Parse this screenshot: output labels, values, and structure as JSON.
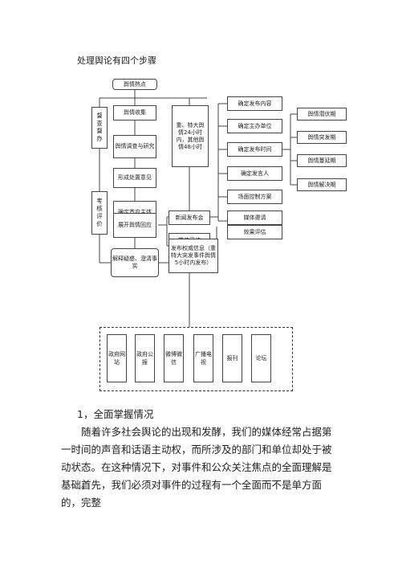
{
  "heading": "处理舆论有四个步骤",
  "flow": {
    "top": "舆情热点",
    "supervise": "督查督办",
    "assess": "考核评价",
    "collect": "舆情收集",
    "investigate": "舆情调查与研究",
    "plan": "形成处置意见",
    "subject": "确定首应主体",
    "respond": "展开舆情回应",
    "clarify": "解释疑惑、澄清事实",
    "major": "重、特大舆情24小时内，其他舆情48小时",
    "press": "新闻发布会",
    "media_collect": "媒体采访",
    "publish": "发布权威信息（重特大突发事件舆情5小时内发布）",
    "steps": [
      "确定发布内容",
      "确定主办单位",
      "确定发布时间",
      "确定发言人",
      "场面控制方案",
      "媒体邀请",
      "效果评估"
    ],
    "phases": [
      "舆情潜伏期",
      "舆情突发期",
      "舆情蔓延期",
      "舆情解决期"
    ],
    "channels": [
      "政府网站",
      "政府公报",
      "微博微信",
      "广播电视",
      "报刊",
      "论坛"
    ]
  },
  "section_title": "1，全面掌握情况",
  "para1": "随着许多社会舆论的出现和发酵，我们的媒体经常占据第一时间的声音和话语主动权，而所涉及的部门和单位却处于被动状态。在这种情况下，对事件和公众关注焦点的全面理解是基础。",
  "para2": "首先，我们必须对事件的过程有一个全面而不是单方面的，完整"
}
